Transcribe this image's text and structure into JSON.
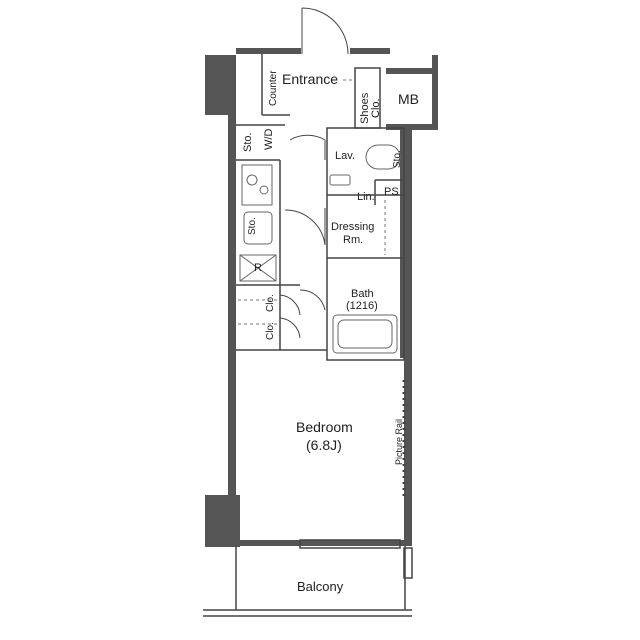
{
  "rooms": {
    "entrance": "Entrance",
    "counter": "Counter",
    "shoes_clo_line1": "Shoes",
    "shoes_clo_line2": "Clo.",
    "mb": "MB",
    "sto_wd": "Sto.",
    "wd": "W/D",
    "lav": "Lav.",
    "sto_lav": "Sto.",
    "lin": "Lin.",
    "ps": "PS",
    "sto_kitchen": "Sto.",
    "dressing_line1": "Dressing",
    "dressing_line2": "Rm.",
    "r": "R",
    "bath_line1": "Bath",
    "bath_line2": "(1216)",
    "clo_upper": "Clo.",
    "clo_lower": "Clo.",
    "bedroom_line1": "Bedroom",
    "bedroom_line2": "(6.8J)",
    "picture_rail": "Picture Rail",
    "balcony": "Balcony"
  },
  "colors": {
    "wall": "#555555",
    "line": "#444444",
    "background": "#ffffff"
  }
}
